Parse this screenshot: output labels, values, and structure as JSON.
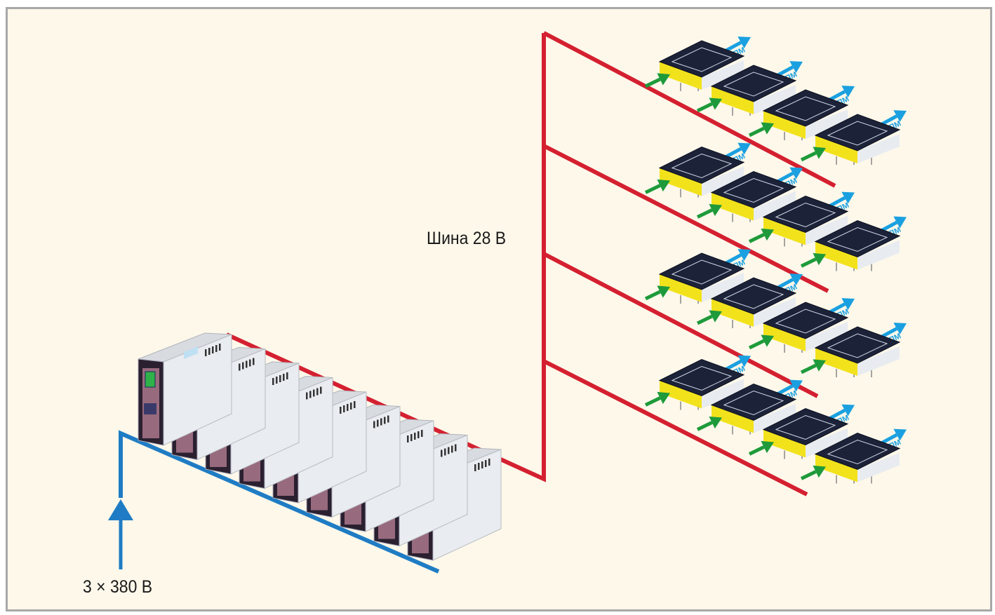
{
  "labels": {
    "bus": "Шина 28 В",
    "input": "3 × 380 В",
    "module_output": "ППМ"
  },
  "layout_counts": {
    "power_supplies": 9,
    "module_rows": 4,
    "modules_per_row": 4
  },
  "colors": {
    "background": "#fdf8ea",
    "bus_line": "#d42030",
    "input_line": "#1f7cc4",
    "input_arrow": "#1f7cc4",
    "module_input_arrow": "#1e9a3a",
    "module_output_arrow": "#1aa0e0",
    "module_body": "#1c2238",
    "module_base": "#f2e21c"
  }
}
